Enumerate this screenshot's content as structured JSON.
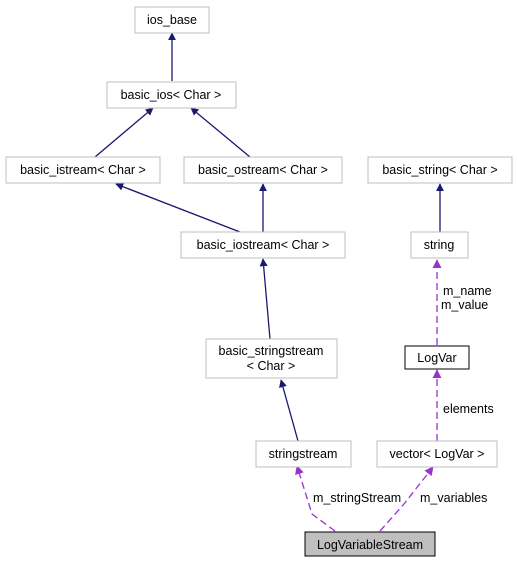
{
  "colors": {
    "inheritance_edge": "#191970",
    "usage_edge": "#9a32cd",
    "node_border_external": "#bfbfbf",
    "node_border_documented": "#000000",
    "highlight_fill": "#bfbfbf",
    "node_fill": "#ffffff"
  },
  "nodes": {
    "ios_base": {
      "label": "ios_base"
    },
    "basic_ios": {
      "label": "basic_ios< Char >"
    },
    "basic_istream": {
      "label": "basic_istream< Char >"
    },
    "basic_ostream": {
      "label": "basic_ostream< Char >"
    },
    "basic_iostream": {
      "label": "basic_iostream< Char >"
    },
    "basic_stringstream": {
      "label_line1": "basic_stringstream",
      "label_line2": "< Char >"
    },
    "stringstream": {
      "label": "stringstream"
    },
    "basic_string": {
      "label": "basic_string< Char >"
    },
    "string": {
      "label": "string"
    },
    "logvar": {
      "label": "LogVar"
    },
    "vector_logvar": {
      "label": "vector< LogVar >"
    },
    "log_variable_stream": {
      "label": "LogVariableStream"
    }
  },
  "edge_labels": {
    "string_to_logvar_1": "m_name",
    "string_to_logvar_2": "m_value",
    "logvar_to_vector": "elements",
    "stringstream_to_main": "m_stringStream",
    "vector_to_main": "m_variables"
  }
}
